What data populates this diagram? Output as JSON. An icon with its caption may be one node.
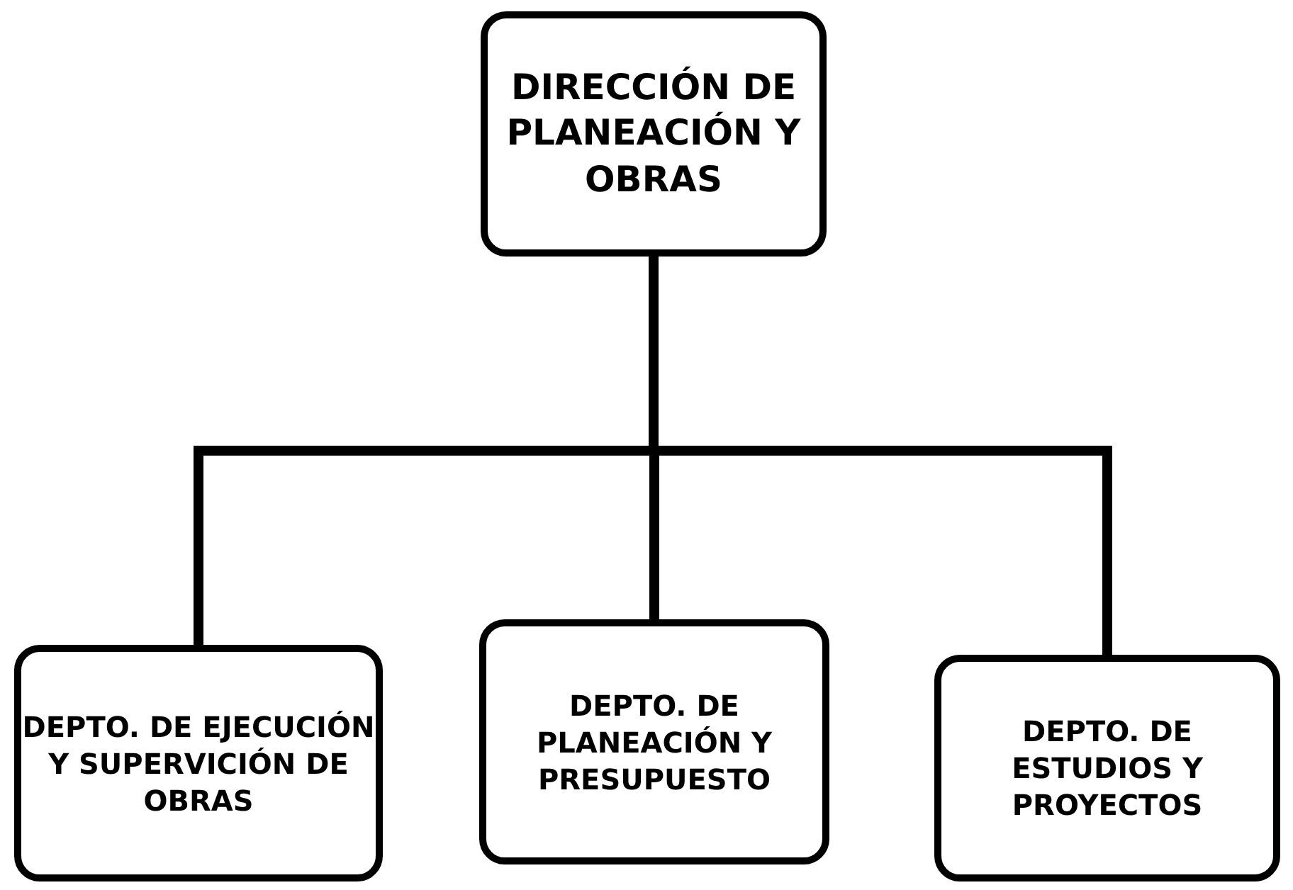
{
  "diagram": {
    "nodes": [
      {
        "text": [
          "DIRECCIÓN DE PLANEACIÓN Y OBRAS"
        ]
      },
      {
        "text": [
          "DEPTO. DE EJECUCIÓN Y SUPERVICIÓN DE OBRAS"
        ]
      },
      {
        "text": [
          "DEPTO. DE PLANEACIÓN Y PRESUPUESTO"
        ]
      },
      {
        "text": [
          "DEPTO. DE ESTUDIOS Y PROYECTOS"
        ]
      }
    ],
    "edges": [
      {
        "from": 0,
        "to": 1,
        "arrow": "none"
      },
      {
        "from": 0,
        "to": 2,
        "arrow": "none"
      },
      {
        "from": 0,
        "to": 3,
        "arrow": "none"
      }
    ]
  }
}
